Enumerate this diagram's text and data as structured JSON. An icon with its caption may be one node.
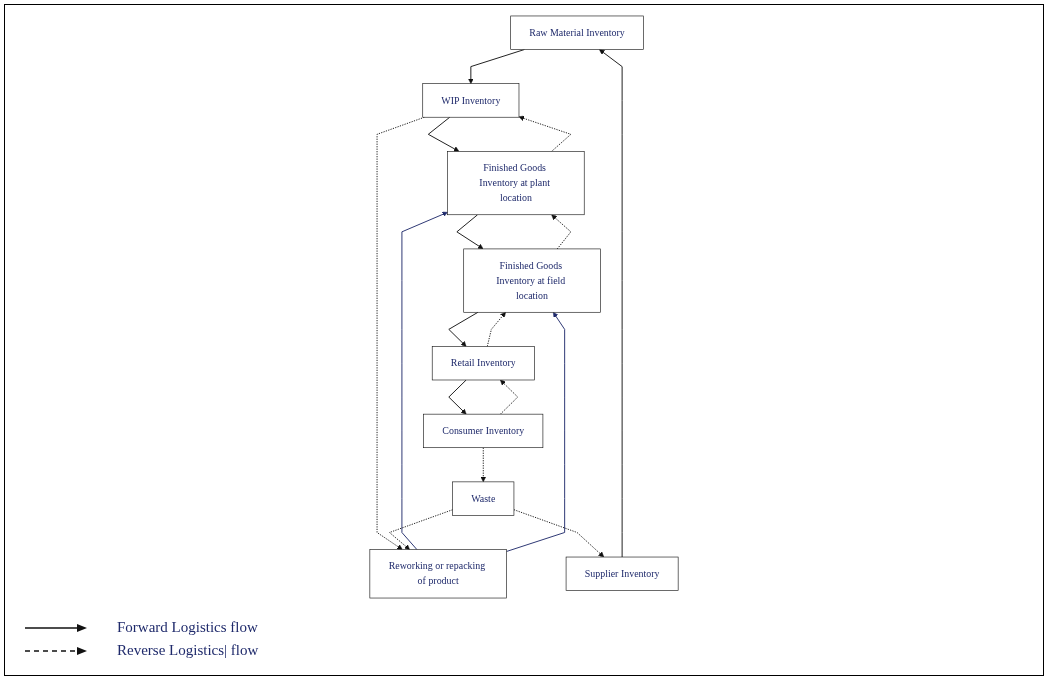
{
  "diagram": {
    "nodes": [
      {
        "text": [
          "Raw Material Inventory"
        ]
      },
      {
        "text": [
          "WIP Inventory"
        ]
      },
      {
        "text": [
          "Finished Goods Inventory at plant location"
        ]
      },
      {
        "text": [
          "Finished Goods Inventory at field location"
        ]
      },
      {
        "text": [
          "Supplier Inventory"
        ]
      },
      {
        "text": [
          "Retail Inventory"
        ]
      },
      {
        "text": [
          "Reworking or repacking of product"
        ]
      },
      {
        "text": [
          "Waste"
        ]
      },
      {
        "text": [
          "Consumer Inventory"
        ]
      }
    ],
    "edges": [
      {
        "from": 0,
        "to": 1,
        "arrow": "to"
      },
      {
        "from": 1,
        "to": 2,
        "arrow": "to"
      },
      {
        "from": 2,
        "to": 1,
        "arrow": "to",
        "style": "dashed"
      },
      {
        "from": 2,
        "to": 3,
        "arrow": "to"
      },
      {
        "from": 3,
        "to": 2,
        "arrow": "to",
        "style": "dashed"
      },
      {
        "from": 4,
        "to": 0,
        "arrow": "to"
      },
      {
        "from": 3,
        "to": 5,
        "arrow": "to"
      },
      {
        "from": 5,
        "to": 3,
        "arrow": "to",
        "style": "dashed"
      },
      {
        "from": 5,
        "to": 8,
        "arrow": "to"
      },
      {
        "from": 8,
        "to": 5,
        "arrow": "to",
        "style": "dashed"
      },
      {
        "from": 1,
        "to": 6,
        "arrow": "to",
        "style": "dashed"
      },
      {
        "from": 6,
        "to": 2,
        "arrow": "to",
        "color": "#1f2a6b"
      },
      {
        "from": 6,
        "to": 3,
        "arrow": "to",
        "color": "#1f2a6b"
      },
      {
        "from": 8,
        "to": 7,
        "arrow": "to",
        "style": "dashed"
      },
      {
        "from": 7,
        "to": 6,
        "arrow": "to",
        "style": "dashed"
      },
      {
        "from": 7,
        "to": 4,
        "arrow": "to",
        "style": "dashed"
      }
    ],
    "legend": [
      {
        "text": "Forward Logistics flow"
      },
      {
        "text": "Reverse Logistics| flow"
      }
    ]
  }
}
